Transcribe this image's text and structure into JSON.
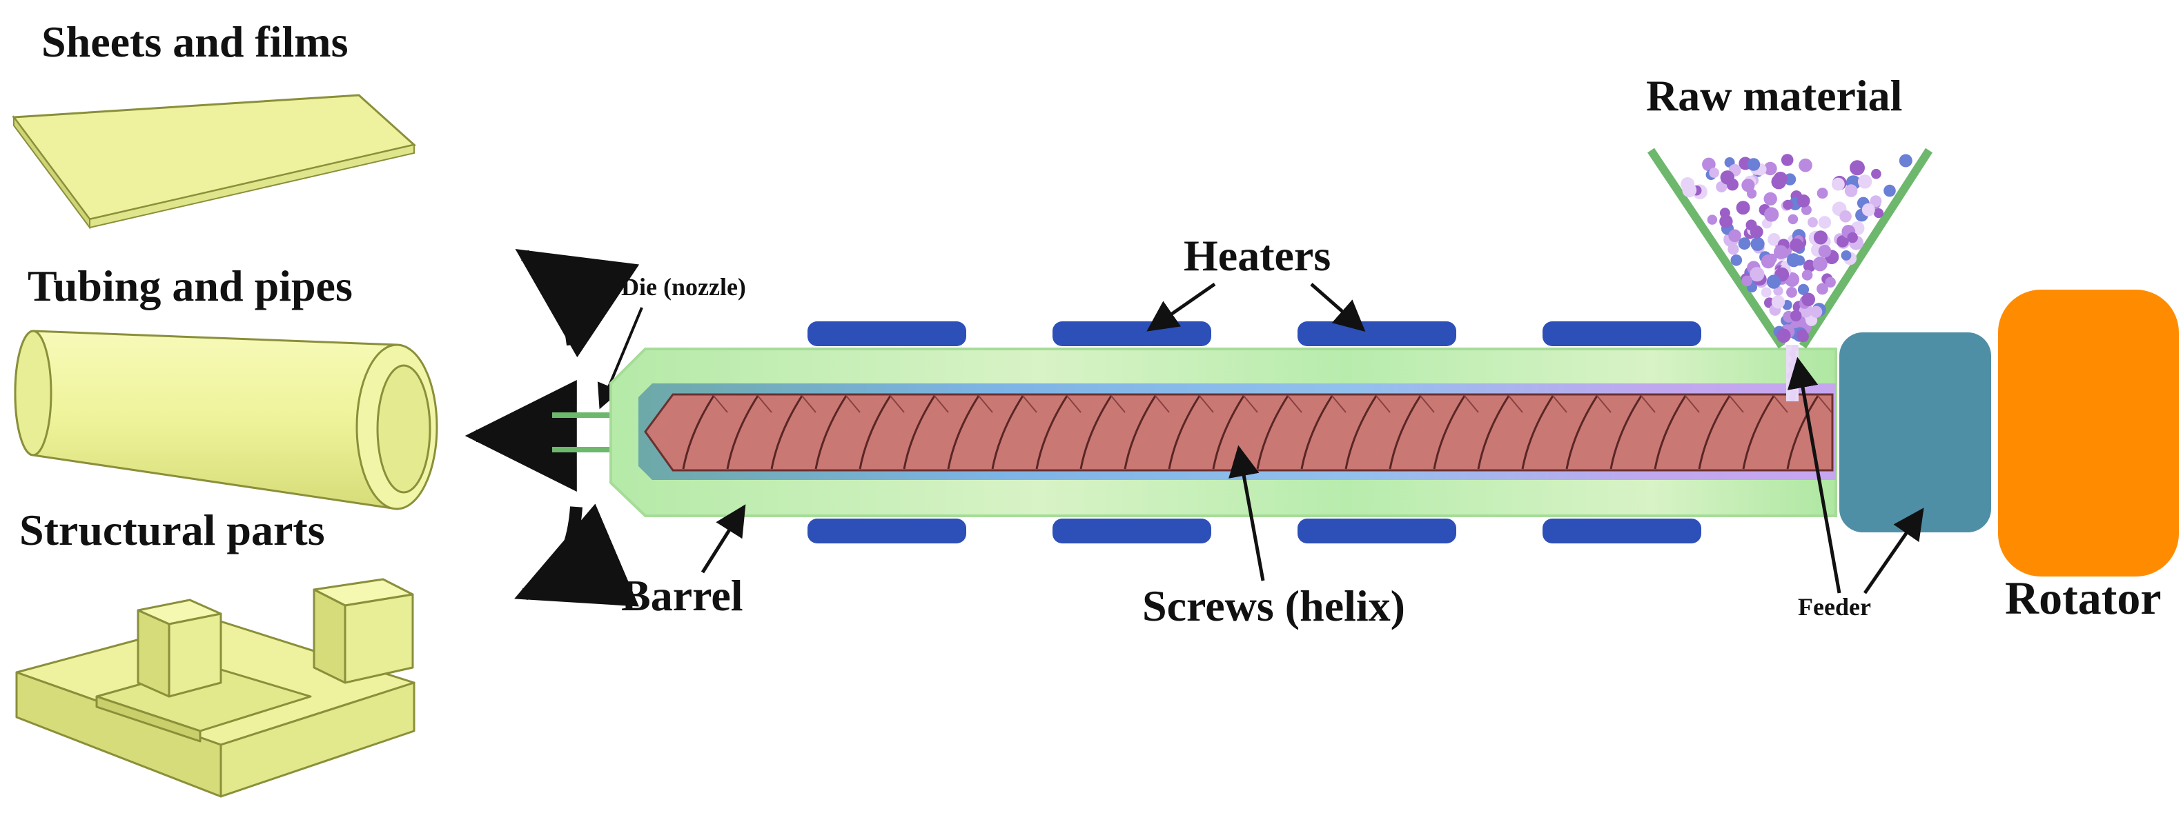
{
  "labels": {
    "sheets": "Sheets and films",
    "tubing": "Tubing and pipes",
    "structural": "Structural parts",
    "die": "Die (nozzle)",
    "heaters": "Heaters",
    "raw_material": "Raw material",
    "barrel": "Barrel",
    "screws": "Screws (helix)",
    "feeder": "Feeder",
    "rotator": "Rotator"
  },
  "colors": {
    "product": "#f3f7a6",
    "product_dark": "#c9cf6a",
    "product_side": "#dfe58a",
    "barrel_light": "#d9f3c4",
    "barrel_mid": "#a9e6a2",
    "inner_blue": "#7db4e6",
    "inner_purple": "#c7a6f0",
    "screw": "#c97874",
    "heater": "#2c4fb8",
    "feeder_block": "#4f8fa5",
    "rotator": "#ff8c00",
    "hopper": "#6db86d",
    "pellet_dark": "#9b5fc7",
    "pellet_blue": "#6a7fd6",
    "pellet_light": "#d7b7f0"
  },
  "icons": {
    "output_arrows": "curved-arrow-icon",
    "pellets": "pellet-dots-icon"
  }
}
